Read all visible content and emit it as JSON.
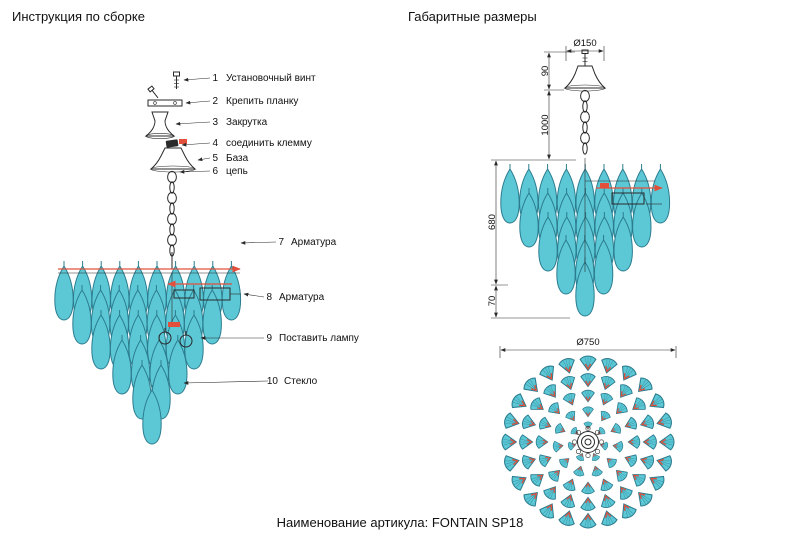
{
  "left": {
    "title": "Инструкция по сборке",
    "steps": [
      {
        "num": "1",
        "label": "Установочный винт"
      },
      {
        "num": "2",
        "label": "Крепить планку"
      },
      {
        "num": "3",
        "label": "Закрутка"
      },
      {
        "num": "4",
        "label": "соединить клемму"
      },
      {
        "num": "5",
        "label": "База"
      },
      {
        "num": "6",
        "label": "цепь"
      },
      {
        "num": "7",
        "label": "Арматура"
      },
      {
        "num": "8",
        "label": "Арматура"
      },
      {
        "num": "9",
        "label": "Поставить лампу"
      },
      {
        "num": "10",
        "label": "Стекло"
      }
    ]
  },
  "right": {
    "title": "Габаритные размеры",
    "dims": {
      "canopy_diameter": "Ø150",
      "canopy_height": "90",
      "chain_length": "1000",
      "body_height": "680",
      "bottom_height": "70",
      "body_diameter": "Ø750"
    }
  },
  "footer": {
    "text": "Наименование артикула: FONTAIN SP18"
  },
  "colors": {
    "glass": "#5cc8d6",
    "glass_stroke": "#2b7c8e",
    "accent": "#e2503c",
    "line": "#2a2a2a"
  }
}
